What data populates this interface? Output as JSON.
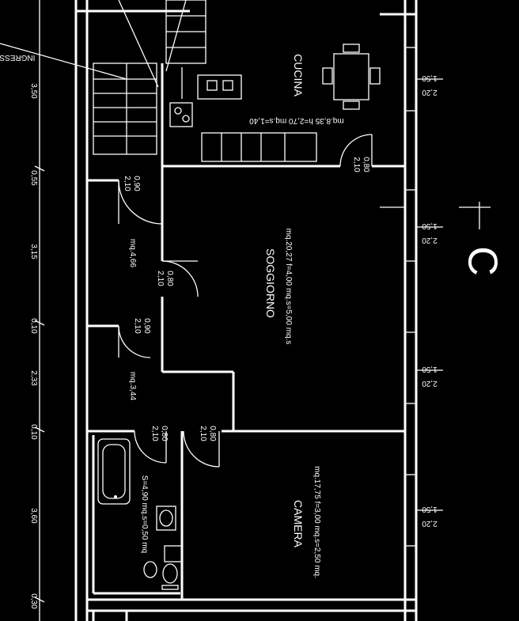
{
  "rooms": {
    "cucina": {
      "name": "CUCINA",
      "info": "mq.8,35 h=2,70 mq.s=1,40"
    },
    "soggiorno": {
      "name": "SOGGIORNO",
      "info": "mq.20,27 f=4,00 mq.s=5,00 mq.s"
    },
    "camera": {
      "name": "CAMERA",
      "info": "mq.17,75 f=3,00 mq.s=2,50 mq."
    },
    "bagno": {
      "info": "S=4,90 mq.s=0,50 mq"
    },
    "disimpegno": {
      "info": "mq.4,66"
    },
    "corridoio": {
      "info": "mq.3,44"
    },
    "ingresso": {
      "label": "INGRESSO"
    }
  },
  "left_dims": [
    "3,50",
    "0,55",
    "3,15",
    "0,10",
    "2,33",
    "0,10",
    "3,60",
    "0,30"
  ],
  "right_windows": [
    {
      "top": "1,50",
      "bottom": "2,20"
    },
    {
      "top": "1,50",
      "bottom": "2,20"
    },
    {
      "top": "1,50",
      "bottom": "2,20"
    },
    {
      "top": "1,50",
      "bottom": "2,20"
    }
  ],
  "doors": [
    {
      "top": "0,90",
      "bottom": "2,10"
    },
    {
      "top": "0,80",
      "bottom": "2,10"
    },
    {
      "top": "0,90",
      "bottom": "2,10"
    },
    {
      "top": "0,80",
      "bottom": "2,10"
    },
    {
      "top": "0,80",
      "bottom": "2,10"
    },
    {
      "top": "0,80",
      "bottom": "2,10"
    }
  ],
  "section_marker": "C"
}
